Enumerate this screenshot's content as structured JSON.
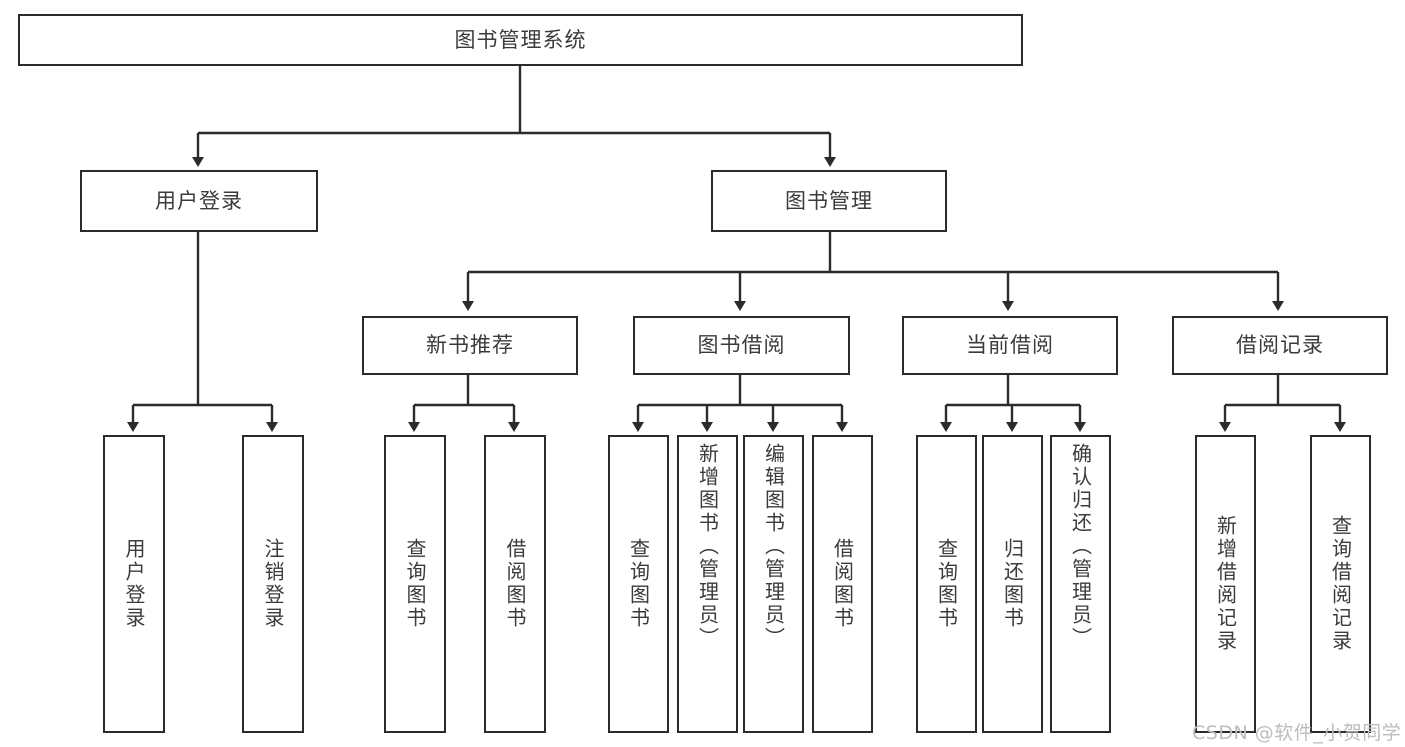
{
  "diagram": {
    "title": "图书管理系统",
    "type": "tree-hierarchy-diagram",
    "style": {
      "background": "#ffffff",
      "box_border": "#2b2b2b",
      "box_fill": "#ffffff",
      "text_color": "#3b3b3b",
      "connector_color": "#2b2b2b",
      "watermark_color": "#bdbdbd"
    }
  },
  "nodes": {
    "root": {
      "label": "图书管理系统"
    },
    "level2": [
      {
        "label": "用户登录"
      },
      {
        "label": "图书管理"
      }
    ],
    "level3": [
      {
        "label": "新书推荐"
      },
      {
        "label": "图书借阅"
      },
      {
        "label": "当前借阅"
      },
      {
        "label": "借阅记录"
      }
    ],
    "leaves": {
      "user_login": [
        {
          "label": "用户登录"
        },
        {
          "label": "注销登录"
        }
      ],
      "new_book_recommend": [
        {
          "label": "查询图书"
        },
        {
          "label": "借阅图书"
        }
      ],
      "book_borrow": [
        {
          "label": "查询图书"
        },
        {
          "label": "新增图书（管理员）"
        },
        {
          "label": "编辑图书（管理员）"
        },
        {
          "label": "借阅图书"
        }
      ],
      "current_borrow": [
        {
          "label": "查询图书"
        },
        {
          "label": "归还图书"
        },
        {
          "label": "确认归还（管理员）"
        }
      ],
      "borrow_record": [
        {
          "label": "新增借阅记录"
        },
        {
          "label": "查询借阅记录"
        }
      ]
    }
  },
  "watermark": {
    "text": "CSDN @软件_小贺同学"
  }
}
